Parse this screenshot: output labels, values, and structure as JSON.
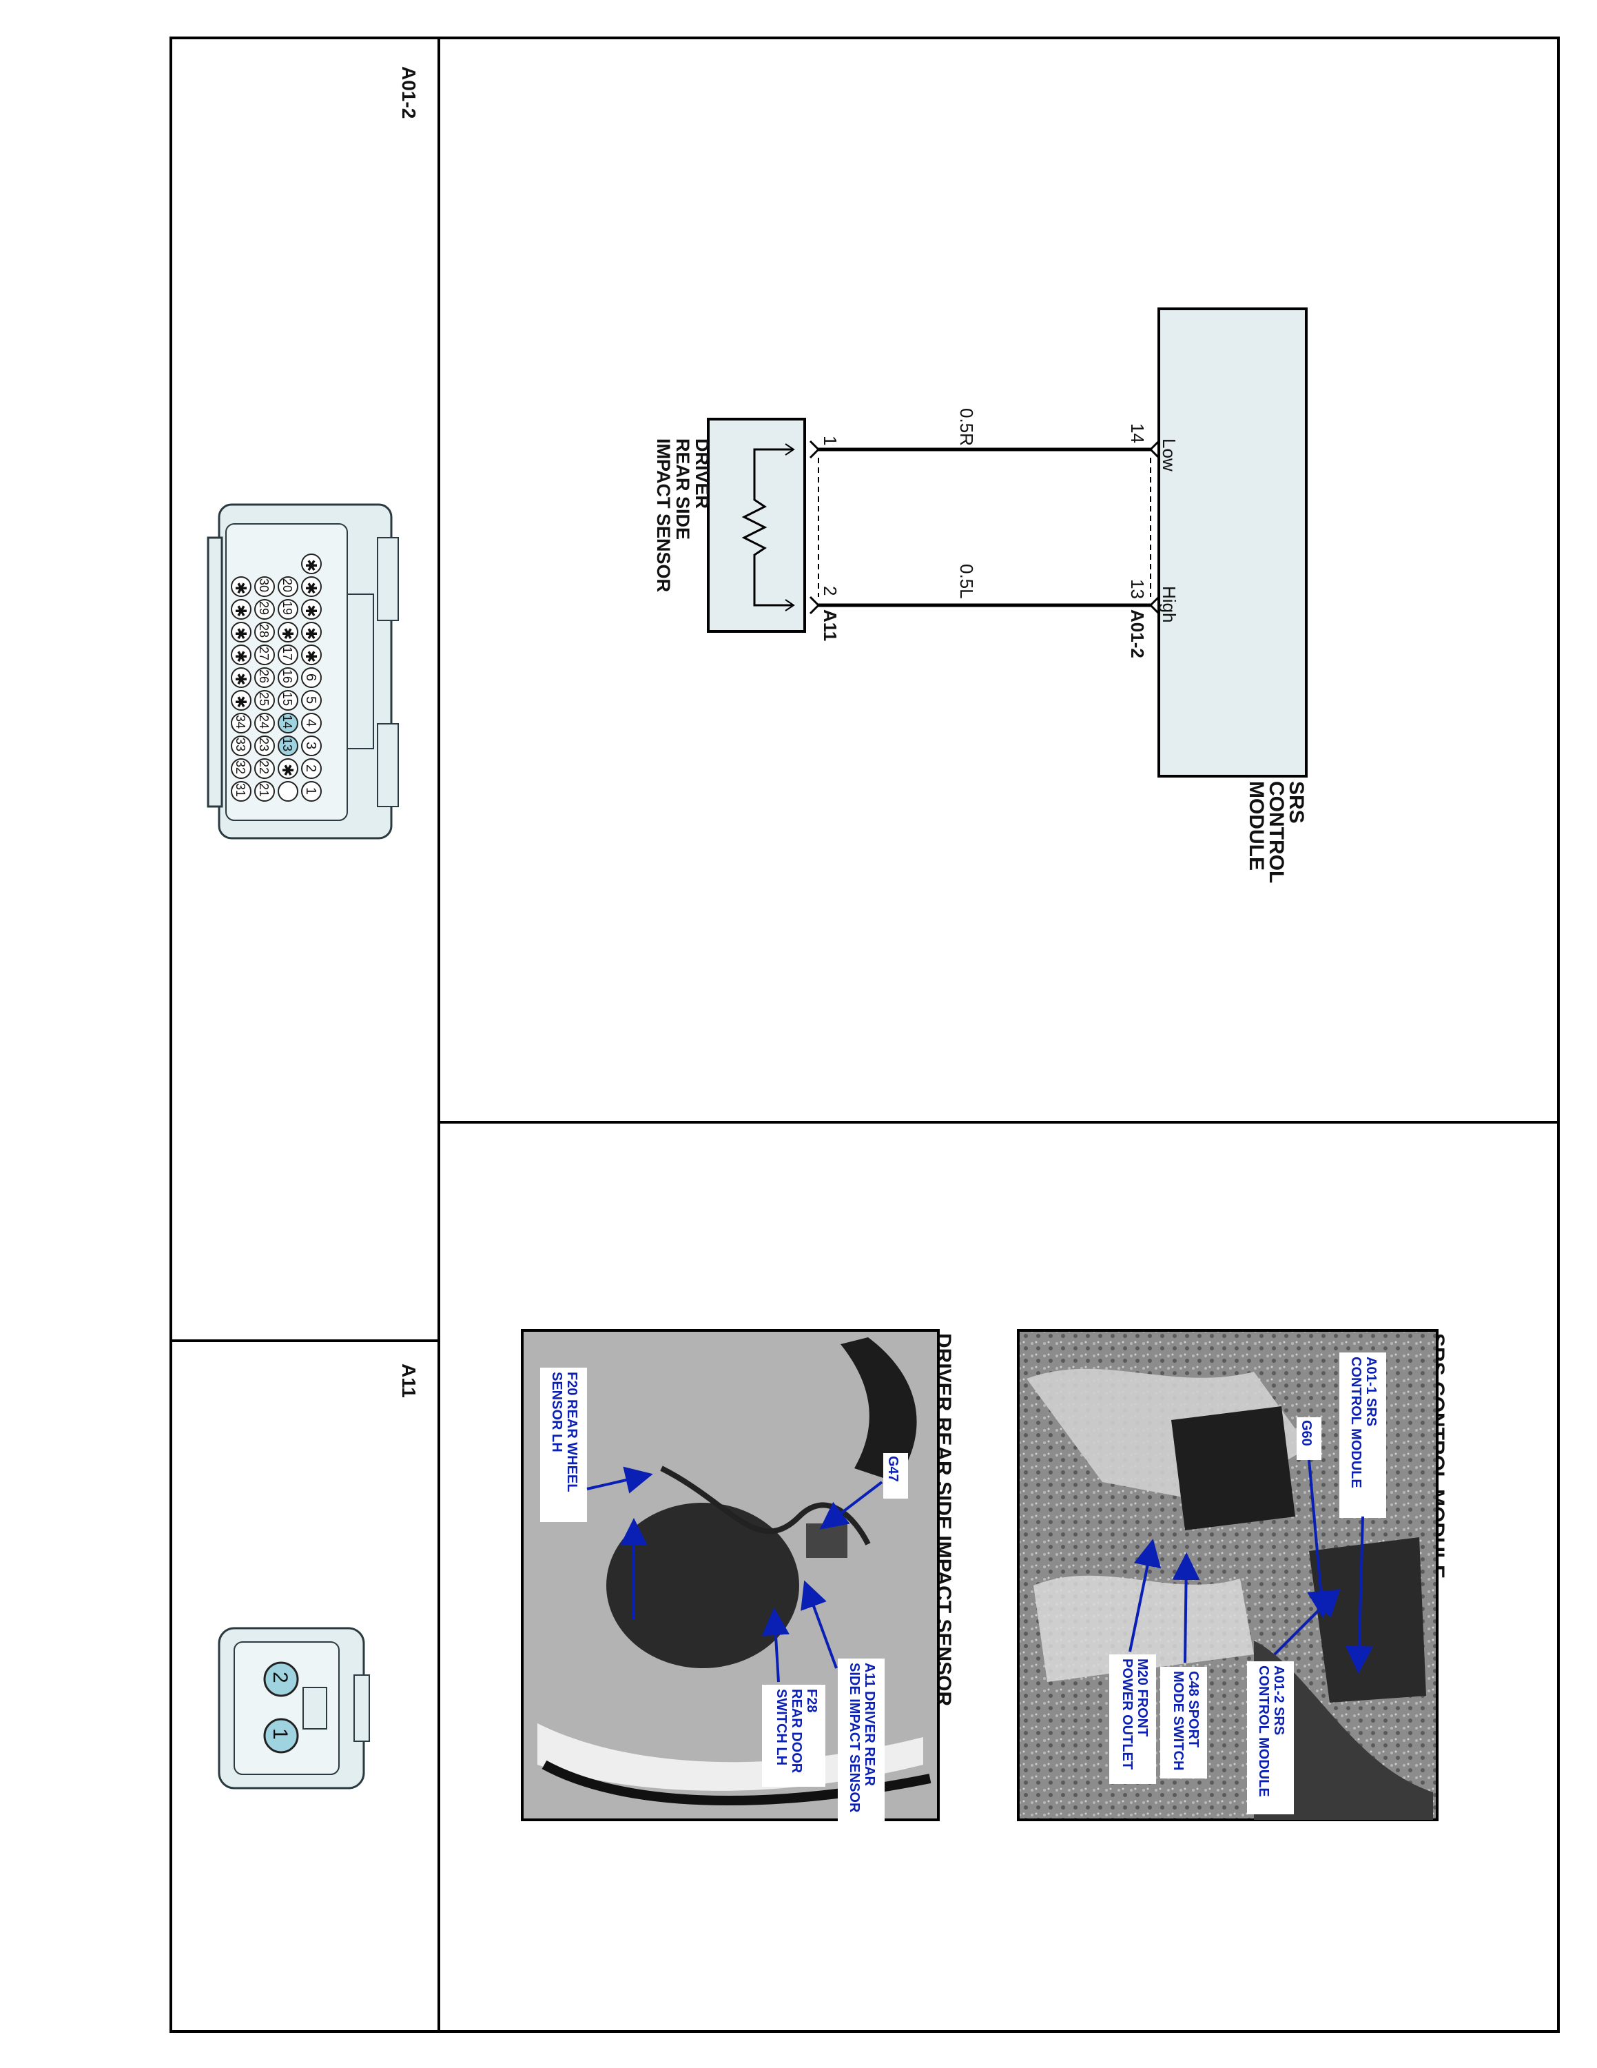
{
  "connectors": {
    "a01_2": {
      "label": "A01-2",
      "pins": {
        "p1": "1",
        "p2": "2",
        "p3": "3",
        "p4": "4",
        "p5": "5",
        "p6": "6",
        "p13": "13",
        "p14": "14",
        "p15": "15",
        "p16": "16",
        "p17": "17",
        "p19": "19",
        "p20": "20",
        "p21": "21",
        "p22": "22",
        "p23": "23",
        "p24": "24",
        "p25": "25",
        "p26": "26",
        "p27": "27",
        "p28": "28",
        "p29": "29",
        "p30": "30",
        "p31": "31",
        "p32": "32",
        "p33": "33",
        "p34": "34"
      },
      "blocked_pin_symbol": "✱",
      "highlighted_pins": [
        "13",
        "14"
      ]
    },
    "a11": {
      "label": "A11",
      "pins": {
        "p1": "1",
        "p2": "2"
      }
    }
  },
  "schematic": {
    "module_name_lines": [
      "SRS",
      "CONTROL",
      "MODULE"
    ],
    "module_connector": "A01-2",
    "sensor_name_lines": [
      "DRIVER",
      "REAR SIDE",
      "IMPACT SENSOR"
    ],
    "sensor_connector": "A11",
    "wire_low": {
      "signal": "Low",
      "module_pin": "14",
      "sensor_pin": "1",
      "wire": "0.5R"
    },
    "wire_high": {
      "signal": "High",
      "module_pin": "13",
      "sensor_pin": "2",
      "wire": "0.5L"
    }
  },
  "photos": {
    "srs_module": {
      "title": "SRS CONTROL MODULE",
      "labels": {
        "a01_1": [
          "A01-1 SRS",
          "CONTROL MODULE"
        ],
        "g60": [
          "G60"
        ],
        "a01_2": [
          "A01-2 SRS",
          "CONTROL MODULE"
        ],
        "c48": [
          "C48 SPORT",
          "MODE SWITCH"
        ],
        "m20": [
          "M20 FRONT",
          "POWER OUTLET"
        ]
      }
    },
    "rear_sensor": {
      "title": "DRIVER REAR SIDE IMPACT SENSOR",
      "labels": {
        "f20": [
          "F20 REAR WHEEL",
          "SENSOR LH"
        ],
        "g47": [
          "G47"
        ],
        "a11": [
          "A11 DRIVER REAR",
          "SIDE IMPACT SENSOR"
        ],
        "f28": [
          "F28",
          "REAR DOOR",
          "SWITCH LH"
        ]
      }
    }
  },
  "colors": {
    "module_fill": "#e4edf0",
    "connector_fill": "#e3eef1",
    "pin_highlight": "#9fd3df",
    "photo_label": "#0a1fb4"
  }
}
